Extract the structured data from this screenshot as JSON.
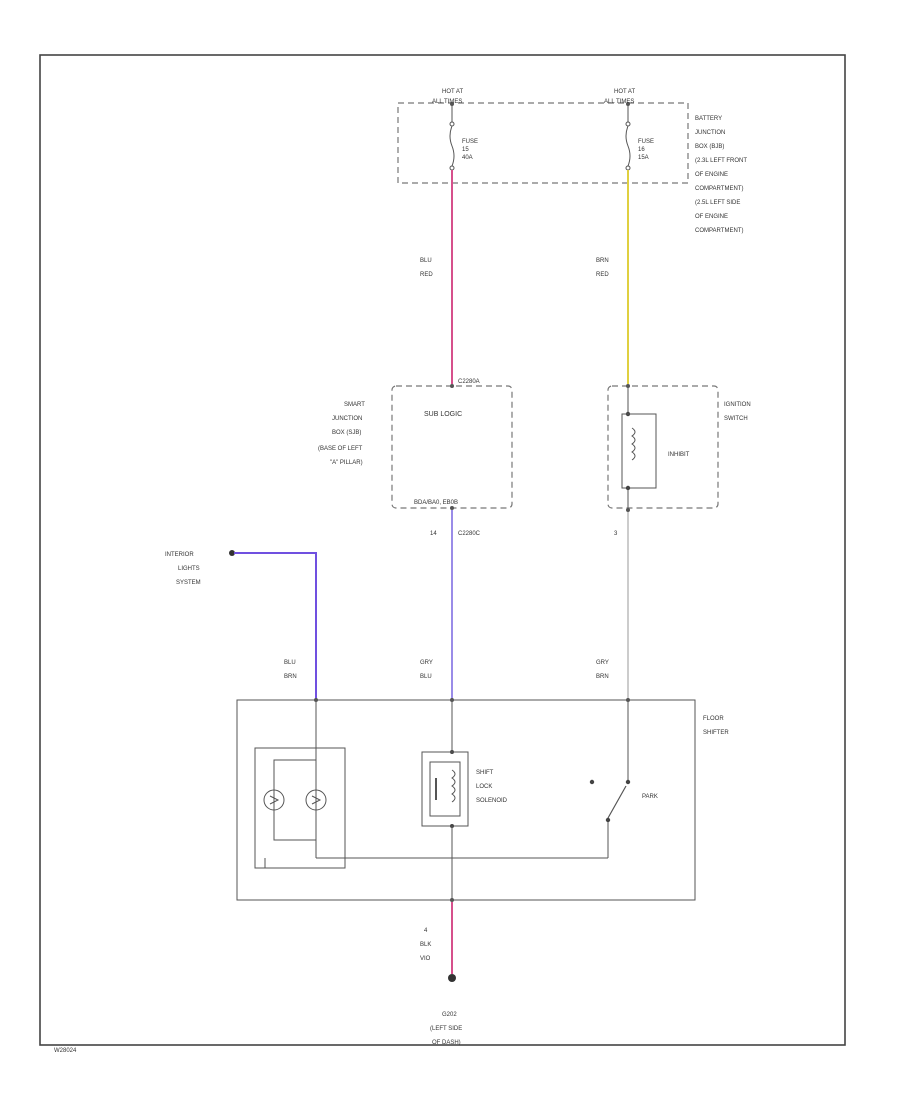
{
  "colors": {
    "frame": "#444444",
    "line": "#555555",
    "dash": "#777777",
    "wire_blu_red": "#d6508c",
    "wire_brn_red": "#e0d040",
    "wire_gry_blu": "#9a8ce8",
    "wire_blu_brn": "#7050e0",
    "wire_gry_brn": "#aaaaaa",
    "wire_blk_vio": "#d6508c"
  },
  "power": {
    "left": {
      "hot_label_1": "HOT AT",
      "hot_label_2": "ALL TIMES",
      "fuse_1": "FUSE",
      "fuse_2": "15",
      "fuse_3": "40A"
    },
    "right": {
      "hot_label_1": "HOT AT",
      "hot_label_2": "ALL TIMES",
      "fuse_1": "FUSE",
      "fuse_2": "16",
      "fuse_3": "15A"
    },
    "box_label": [
      "BATTERY",
      "JUNCTION",
      "BOX (BJB)",
      "(2.3L LEFT FRONT",
      "OF ENGINE",
      "COMPARTMENT)",
      "(2.5L LEFT SIDE",
      "OF ENGINE",
      "COMPARTMENT)"
    ]
  },
  "wires": {
    "blu_red_1": "BLU",
    "blu_red_2": "RED",
    "brn_red_1": "BRN",
    "brn_red_2": "RED",
    "blu_brn_1": "BLU",
    "blu_brn_2": "BRN",
    "gry_blu_1": "GRY",
    "gry_blu_2": "BLU",
    "gry_brn_1": "GRY",
    "gry_brn_2": "BRN",
    "blk_vio_1": "BLK",
    "blk_vio_2": "VIO"
  },
  "smart_junction": {
    "label": [
      "SMART",
      "JUNCTION",
      "BOX (SJB)",
      "(BASE OF LEFT",
      "\"A\" PILLAR)"
    ],
    "sub_logic": "SUB LOGIC",
    "top_conn": "C2280A",
    "bottom_conn": "BDA/BA0, EB0B",
    "pin": "14",
    "pin_conn": "C2280C"
  },
  "ignition": {
    "label": [
      "IGNITION",
      "SWITCH"
    ],
    "inhibit": "INHIBIT",
    "pin": "3"
  },
  "floor_shifter": {
    "label": [
      "FLOOR",
      "SHIFTER"
    ],
    "solenoid": [
      "SHIFT",
      "LOCK",
      "SOLENOID"
    ],
    "park": "PARK",
    "pin": "4"
  },
  "interior_lights": [
    "INTERIOR",
    "LIGHTS",
    "SYSTEM"
  ],
  "ground": [
    "G202",
    "(LEFT SIDE",
    "OF DASH)"
  ],
  "figure_id": "W28024"
}
